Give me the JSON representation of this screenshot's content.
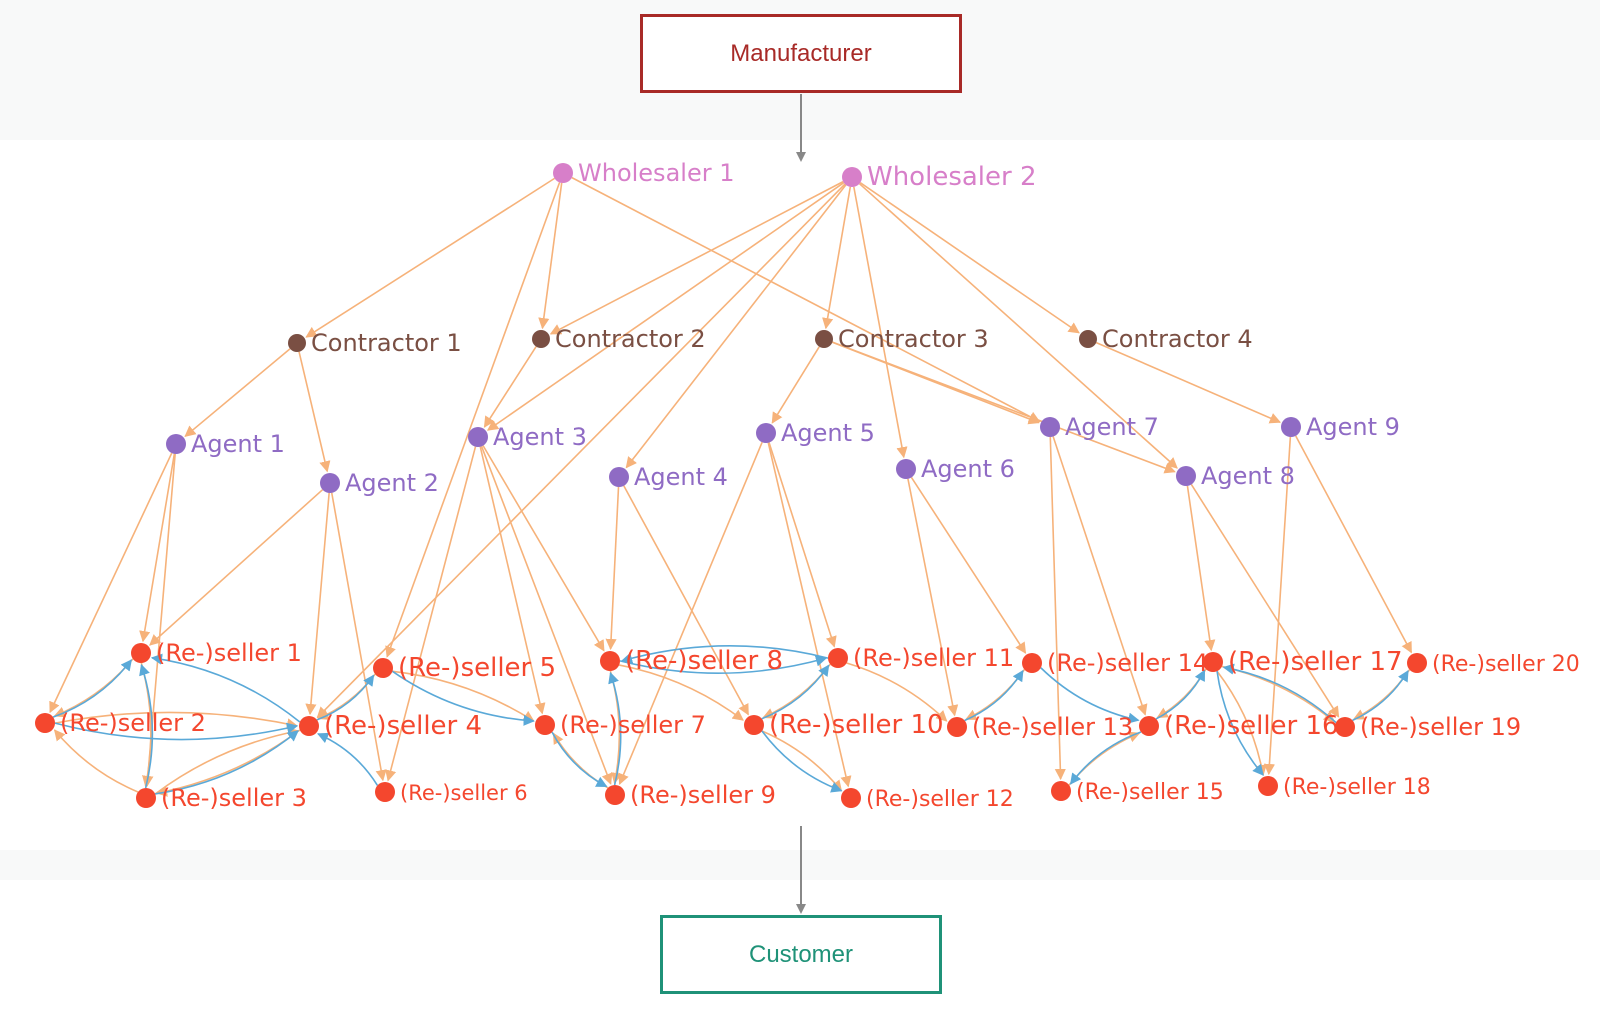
{
  "header": {
    "manufacturer_label": "Manufacturer"
  },
  "footer": {
    "customer_label": "Customer"
  },
  "colors": {
    "manufacturer": "#a82a27",
    "customer": "#1f9278",
    "wholesaler": "#d77fc9",
    "contractor": "#7a4f43",
    "agent": "#8f6bc4",
    "reseller": "#f4472e",
    "supply_edge": "#f6b27a",
    "peer_edge": "#5aa9d8",
    "flow_arrow": "#888888"
  },
  "nodes": [
    {
      "id": "w1",
      "label": "Wholesaler 1",
      "kind": "wholesaler"
    },
    {
      "id": "w2",
      "label": "Wholesaler 2",
      "kind": "wholesaler"
    },
    {
      "id": "c1",
      "label": "Contractor 1",
      "kind": "contractor"
    },
    {
      "id": "c2",
      "label": "Contractor 2",
      "kind": "contractor"
    },
    {
      "id": "c3",
      "label": "Contractor 3",
      "kind": "contractor"
    },
    {
      "id": "c4",
      "label": "Contractor 4",
      "kind": "contractor"
    },
    {
      "id": "a1",
      "label": "Agent 1",
      "kind": "agent"
    },
    {
      "id": "a2",
      "label": "Agent 2",
      "kind": "agent"
    },
    {
      "id": "a3",
      "label": "Agent 3",
      "kind": "agent"
    },
    {
      "id": "a4",
      "label": "Agent 4",
      "kind": "agent"
    },
    {
      "id": "a5",
      "label": "Agent 5",
      "kind": "agent"
    },
    {
      "id": "a6",
      "label": "Agent 6",
      "kind": "agent"
    },
    {
      "id": "a7",
      "label": "Agent 7",
      "kind": "agent"
    },
    {
      "id": "a8",
      "label": "Agent 8",
      "kind": "agent"
    },
    {
      "id": "a9",
      "label": "Agent 9",
      "kind": "agent"
    },
    {
      "id": "r1",
      "label": "(Re-)seller 1",
      "kind": "reseller"
    },
    {
      "id": "r2",
      "label": "(Re-)seller 2",
      "kind": "reseller"
    },
    {
      "id": "r3",
      "label": "(Re-)seller 3",
      "kind": "reseller"
    },
    {
      "id": "r4",
      "label": "(Re-)seller 4",
      "kind": "reseller"
    },
    {
      "id": "r5",
      "label": "(Re-)seller 5",
      "kind": "reseller"
    },
    {
      "id": "r6",
      "label": "(Re-)seller 6",
      "kind": "reseller"
    },
    {
      "id": "r7",
      "label": "(Re-)seller 7",
      "kind": "reseller"
    },
    {
      "id": "r8",
      "label": "(Re-)seller 8",
      "kind": "reseller"
    },
    {
      "id": "r9",
      "label": "(Re-)seller 9",
      "kind": "reseller"
    },
    {
      "id": "r10",
      "label": "(Re-)seller 10",
      "kind": "reseller"
    },
    {
      "id": "r11",
      "label": "(Re-)seller 11",
      "kind": "reseller"
    },
    {
      "id": "r12",
      "label": "(Re-)seller 12",
      "kind": "reseller"
    },
    {
      "id": "r13",
      "label": "(Re-)seller 13",
      "kind": "reseller"
    },
    {
      "id": "r14",
      "label": "(Re-)seller 14",
      "kind": "reseller"
    },
    {
      "id": "r15",
      "label": "(Re-)seller 15",
      "kind": "reseller"
    },
    {
      "id": "r16",
      "label": "(Re-)seller 16",
      "kind": "reseller"
    },
    {
      "id": "r17",
      "label": "(Re-)seller 17",
      "kind": "reseller"
    },
    {
      "id": "r18",
      "label": "(Re-)seller 18",
      "kind": "reseller"
    },
    {
      "id": "r19",
      "label": "(Re-)seller 19",
      "kind": "reseller"
    },
    {
      "id": "r20",
      "label": "(Re-)seller 20",
      "kind": "reseller"
    }
  ],
  "edges": [
    {
      "from": "w1",
      "to": "c1",
      "kind": "supply"
    },
    {
      "from": "w1",
      "to": "c2",
      "kind": "supply"
    },
    {
      "from": "w1",
      "to": "r5",
      "kind": "supply"
    },
    {
      "from": "w1",
      "to": "a7",
      "kind": "supply"
    },
    {
      "from": "w2",
      "to": "c2",
      "kind": "supply"
    },
    {
      "from": "w2",
      "to": "c3",
      "kind": "supply"
    },
    {
      "from": "w2",
      "to": "c4",
      "kind": "supply"
    },
    {
      "from": "w2",
      "to": "a3",
      "kind": "supply"
    },
    {
      "from": "w2",
      "to": "a4",
      "kind": "supply"
    },
    {
      "from": "w2",
      "to": "a6",
      "kind": "supply"
    },
    {
      "from": "w2",
      "to": "a8",
      "kind": "supply"
    },
    {
      "from": "w2",
      "to": "r4",
      "kind": "supply"
    },
    {
      "from": "c1",
      "to": "a1",
      "kind": "supply"
    },
    {
      "from": "c1",
      "to": "a2",
      "kind": "supply"
    },
    {
      "from": "c2",
      "to": "a3",
      "kind": "supply"
    },
    {
      "from": "c3",
      "to": "a5",
      "kind": "supply"
    },
    {
      "from": "c3",
      "to": "a7",
      "kind": "supply"
    },
    {
      "from": "c3",
      "to": "a8",
      "kind": "supply"
    },
    {
      "from": "c4",
      "to": "a9",
      "kind": "supply"
    },
    {
      "from": "a1",
      "to": "r1",
      "kind": "supply"
    },
    {
      "from": "a1",
      "to": "r2",
      "kind": "supply"
    },
    {
      "from": "a1",
      "to": "r3",
      "kind": "supply"
    },
    {
      "from": "a2",
      "to": "r1",
      "kind": "supply"
    },
    {
      "from": "a2",
      "to": "r4",
      "kind": "supply"
    },
    {
      "from": "a2",
      "to": "r6",
      "kind": "supply"
    },
    {
      "from": "a3",
      "to": "r6",
      "kind": "supply"
    },
    {
      "from": "a3",
      "to": "r7",
      "kind": "supply"
    },
    {
      "from": "a3",
      "to": "r8",
      "kind": "supply"
    },
    {
      "from": "a3",
      "to": "r9",
      "kind": "supply"
    },
    {
      "from": "a4",
      "to": "r8",
      "kind": "supply"
    },
    {
      "from": "a4",
      "to": "r10",
      "kind": "supply"
    },
    {
      "from": "a5",
      "to": "r9",
      "kind": "supply"
    },
    {
      "from": "a5",
      "to": "r11",
      "kind": "supply"
    },
    {
      "from": "a5",
      "to": "r12",
      "kind": "supply"
    },
    {
      "from": "a6",
      "to": "r13",
      "kind": "supply"
    },
    {
      "from": "a6",
      "to": "r14",
      "kind": "supply"
    },
    {
      "from": "a7",
      "to": "r15",
      "kind": "supply"
    },
    {
      "from": "a7",
      "to": "r16",
      "kind": "supply"
    },
    {
      "from": "a8",
      "to": "r17",
      "kind": "supply"
    },
    {
      "from": "a8",
      "to": "r19",
      "kind": "supply"
    },
    {
      "from": "a9",
      "to": "r18",
      "kind": "supply"
    },
    {
      "from": "a9",
      "to": "r20",
      "kind": "supply"
    },
    {
      "from": "r1",
      "to": "r2",
      "kind": "supply"
    },
    {
      "from": "r1",
      "to": "r3",
      "kind": "supply"
    },
    {
      "from": "r2",
      "to": "r4",
      "kind": "supply"
    },
    {
      "from": "r3",
      "to": "r2",
      "kind": "supply"
    },
    {
      "from": "r3",
      "to": "r4",
      "kind": "supply"
    },
    {
      "from": "r4",
      "to": "r3",
      "kind": "supply"
    },
    {
      "from": "r5",
      "to": "r4",
      "kind": "supply"
    },
    {
      "from": "r5",
      "to": "r7",
      "kind": "supply"
    },
    {
      "from": "r8",
      "to": "r9",
      "kind": "supply"
    },
    {
      "from": "r8",
      "to": "r10",
      "kind": "supply"
    },
    {
      "from": "r9",
      "to": "r7",
      "kind": "supply"
    },
    {
      "from": "r10",
      "to": "r12",
      "kind": "supply"
    },
    {
      "from": "r11",
      "to": "r10",
      "kind": "supply"
    },
    {
      "from": "r11",
      "to": "r13",
      "kind": "supply"
    },
    {
      "from": "r14",
      "to": "r13",
      "kind": "supply"
    },
    {
      "from": "r15",
      "to": "r16",
      "kind": "supply"
    },
    {
      "from": "r17",
      "to": "r16",
      "kind": "supply"
    },
    {
      "from": "r17",
      "to": "r18",
      "kind": "supply"
    },
    {
      "from": "r17",
      "to": "r19",
      "kind": "supply"
    },
    {
      "from": "r20",
      "to": "r19",
      "kind": "supply"
    },
    {
      "from": "r2",
      "to": "r1",
      "kind": "peer"
    },
    {
      "from": "r3",
      "to": "r1",
      "kind": "peer"
    },
    {
      "from": "r2",
      "to": "r4",
      "kind": "peer"
    },
    {
      "from": "r4",
      "to": "r1",
      "kind": "peer"
    },
    {
      "from": "r3",
      "to": "r4",
      "kind": "peer"
    },
    {
      "from": "r4",
      "to": "r5",
      "kind": "peer"
    },
    {
      "from": "r6",
      "to": "r4",
      "kind": "peer"
    },
    {
      "from": "r5",
      "to": "r7",
      "kind": "peer"
    },
    {
      "from": "r7",
      "to": "r9",
      "kind": "peer"
    },
    {
      "from": "r8",
      "to": "r11",
      "kind": "peer"
    },
    {
      "from": "r9",
      "to": "r8",
      "kind": "peer"
    },
    {
      "from": "r10",
      "to": "r11",
      "kind": "peer"
    },
    {
      "from": "r10",
      "to": "r12",
      "kind": "peer"
    },
    {
      "from": "r13",
      "to": "r14",
      "kind": "peer"
    },
    {
      "from": "r14",
      "to": "r16",
      "kind": "peer"
    },
    {
      "from": "r16",
      "to": "r15",
      "kind": "peer"
    },
    {
      "from": "r16",
      "to": "r17",
      "kind": "peer"
    },
    {
      "from": "r19",
      "to": "r20",
      "kind": "peer"
    },
    {
      "from": "r17",
      "to": "r18",
      "kind": "peer"
    },
    {
      "from": "r19",
      "to": "r17",
      "kind": "peer"
    },
    {
      "from": "r11",
      "to": "r8",
      "kind": "peer"
    }
  ]
}
